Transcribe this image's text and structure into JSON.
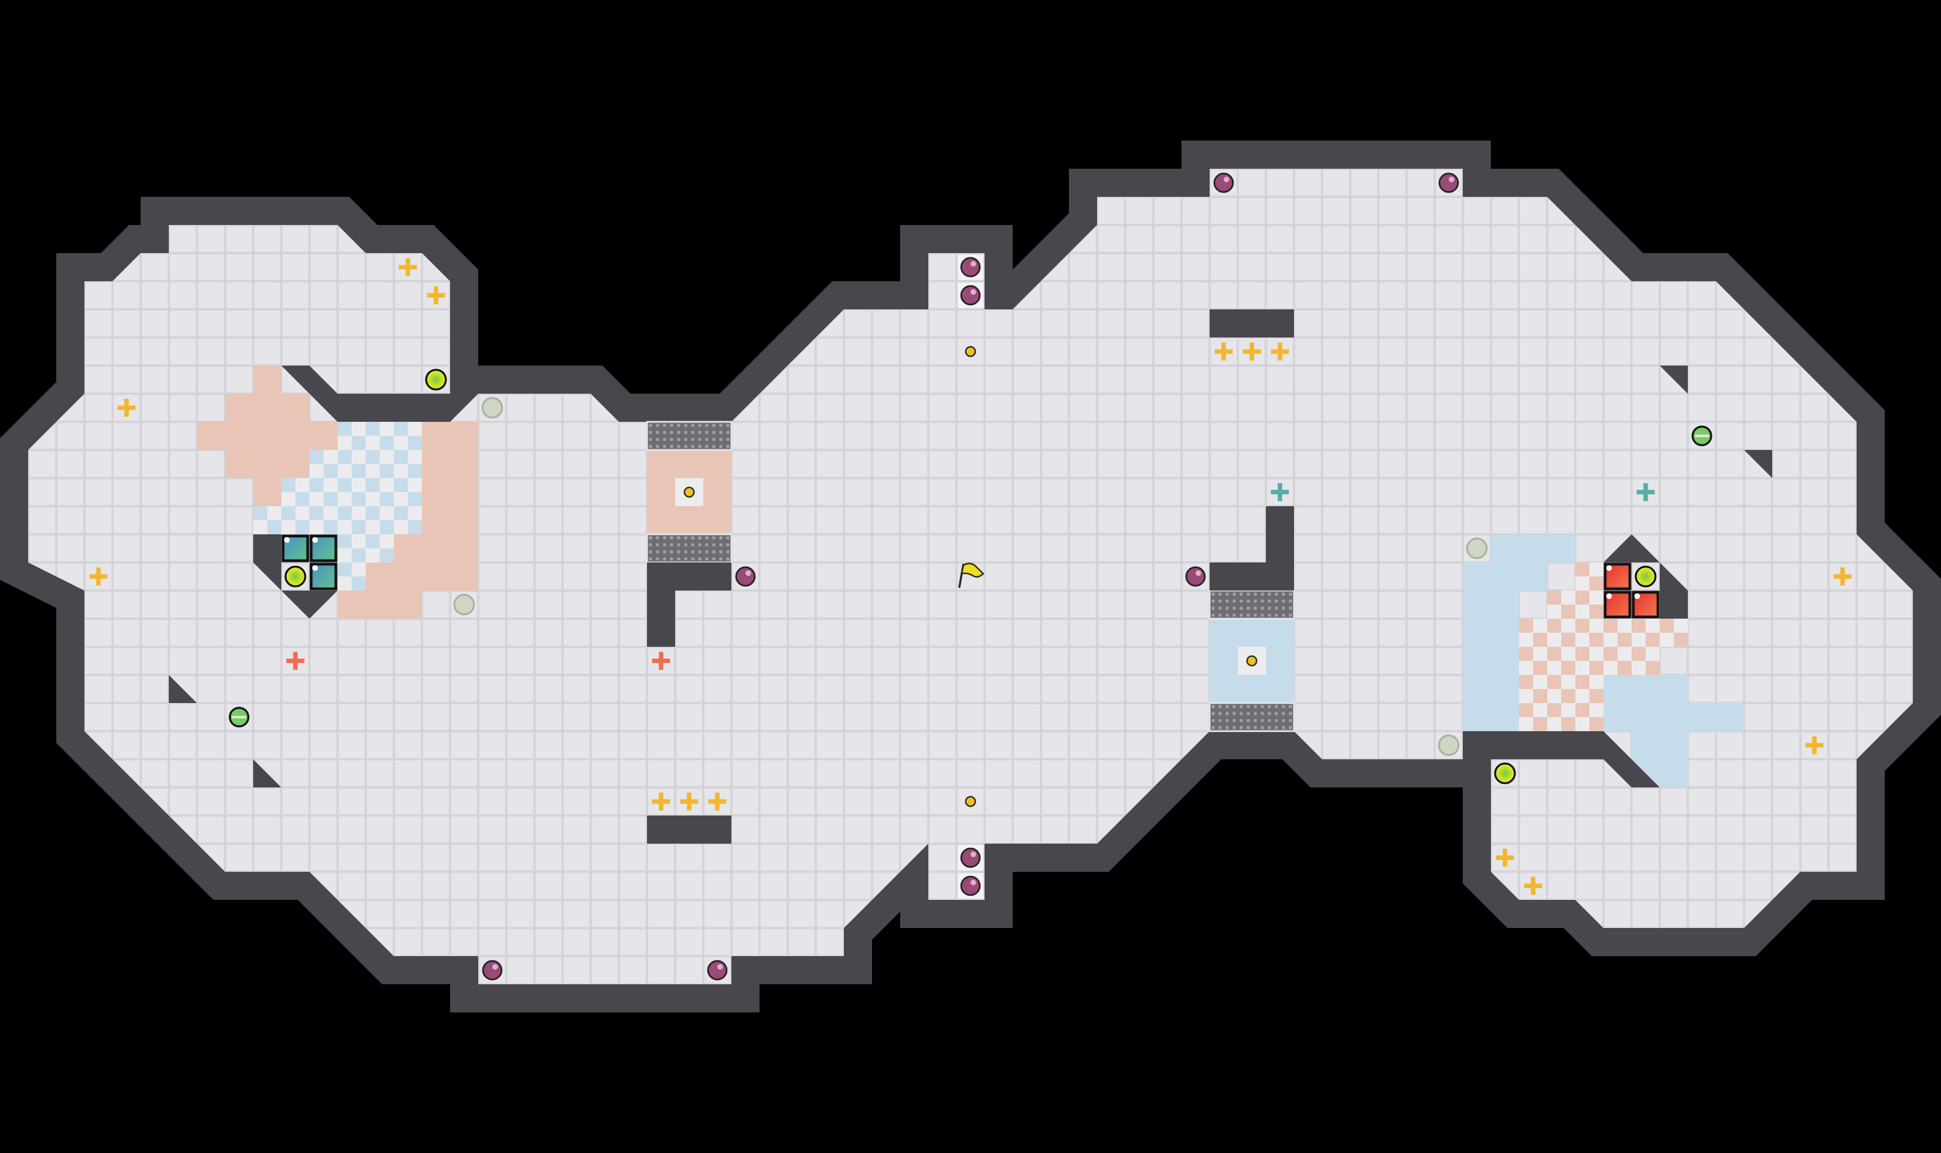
{
  "palette": {
    "background": "#000000",
    "wall": "#47474d",
    "floor": "#e6e6ea",
    "grid_line": "#d2d2d8",
    "paint_orange": "#e8c5b6",
    "paint_blue": "#c6dcea",
    "grate": "#8a8a8e",
    "plus_yellow": "#f2b630",
    "plus_orange": "#ee6e50",
    "plus_teal": "#5aaba8",
    "bomb_purple": "#9a4a78",
    "ball_yellow": "#e6ec20",
    "ball_gray": "#cfd6c4",
    "cube_teal": "#4f9fbf",
    "cube_red": "#e03a2a",
    "flag_yellow": "#f2dc20"
  },
  "entities": [
    "plus-pickup",
    "bomb",
    "yellow-ball",
    "striped-ball",
    "gray-disc",
    "spawn-dot",
    "flag",
    "cube"
  ]
}
